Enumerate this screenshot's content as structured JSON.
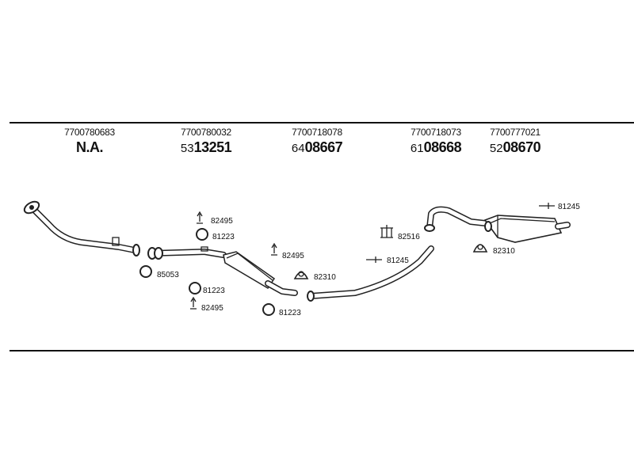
{
  "headers": [
    {
      "oem": "7700780683",
      "pre": "",
      "main": "N.A."
    },
    {
      "oem": "7700780032",
      "pre": "53",
      "main": "13251"
    },
    {
      "oem": "7700718078",
      "pre": "64",
      "main": "08667"
    },
    {
      "oem": "7700718073",
      "pre": "61",
      "main": "08668"
    },
    {
      "oem": "7700777021",
      "pre": "52",
      "main": "08670"
    }
  ],
  "labels": {
    "clip_a": "82495",
    "ring_a": "81223",
    "clip_b": "82495",
    "gasket_a": "85053",
    "ring_b": "81223",
    "clip_c": "82495",
    "clamp_a": "82310",
    "ring_c": "81223",
    "hanger_a": "82516",
    "bolt_a": "81245",
    "bolt_b": "81245",
    "clamp_b": "82310"
  }
}
